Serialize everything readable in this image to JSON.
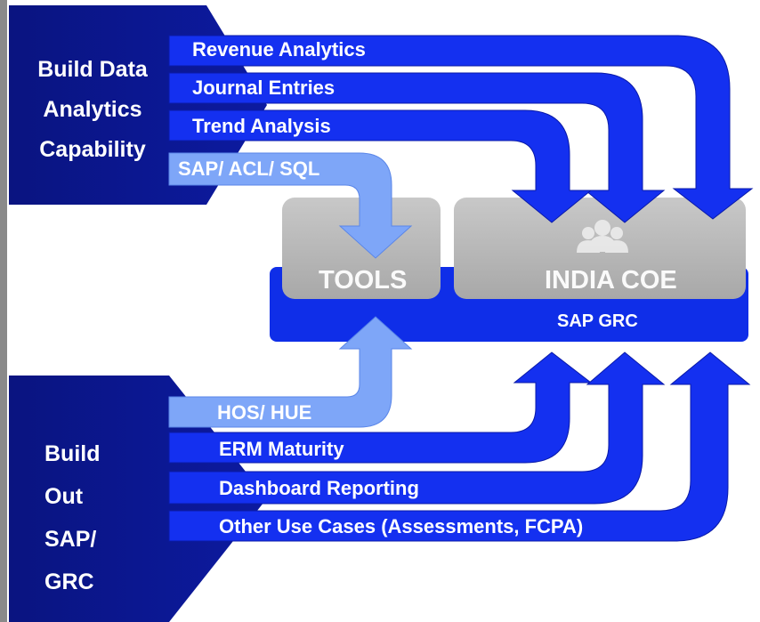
{
  "colors": {
    "navy": "#0a148c",
    "arrow_blue": "#1430f0",
    "light_arrow": "#7ea6f8",
    "box_gray": "#b4b4b4",
    "bar_blue": "#0f2ee8"
  },
  "top_section": {
    "heading_lines": [
      "Build Data",
      "Analytics",
      "Capability"
    ],
    "arrows": [
      {
        "label": "Revenue Analytics"
      },
      {
        "label": "Journal Entries"
      },
      {
        "label": "Trend Analysis"
      },
      {
        "label": "SAP/ ACL/ SQL"
      }
    ]
  },
  "center": {
    "tools_label": "TOOLS",
    "coe_label": "INDIA COE",
    "coe_icon": "people-group-icon",
    "grc_label": "SAP GRC"
  },
  "bottom_section": {
    "heading_lines": [
      "Build",
      "Out",
      "SAP/",
      "GRC"
    ],
    "arrows": [
      {
        "label": "HOS/ HUE"
      },
      {
        "label": "ERM Maturity"
      },
      {
        "label": "Dashboard Reporting"
      },
      {
        "label": "Other Use Cases (Assessments, FCPA)"
      }
    ]
  }
}
